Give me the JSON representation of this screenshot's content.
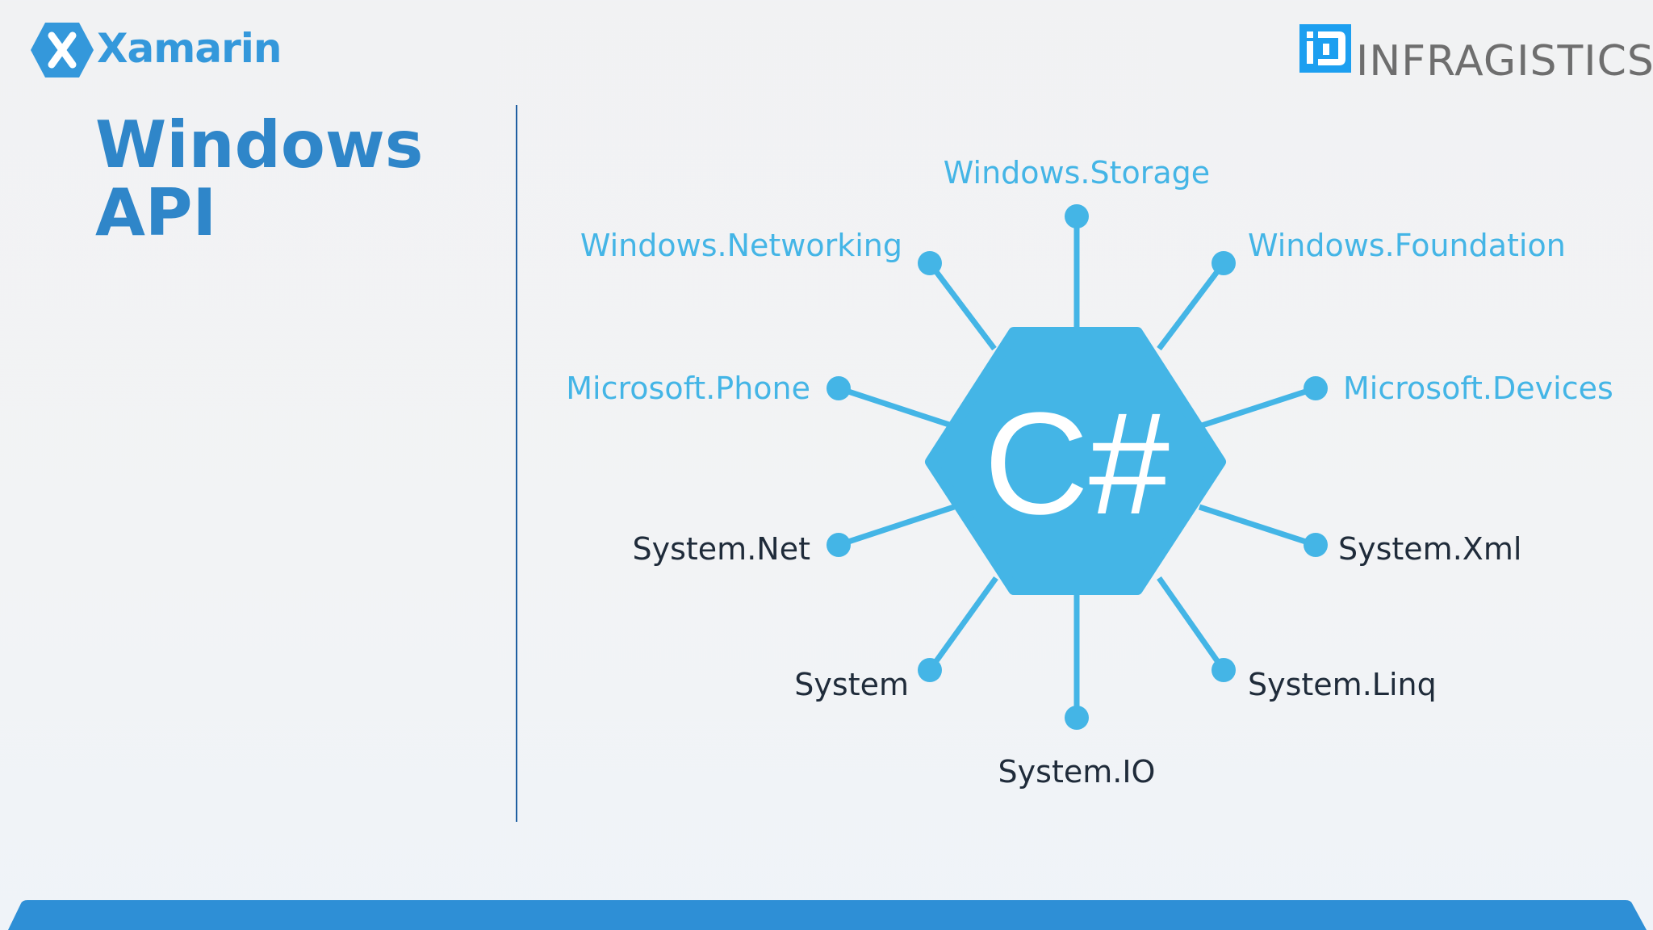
{
  "header": {
    "brand_left": "Xamarin",
    "brand_right": "INFRAGISTICS",
    "brand_right_mark": "®"
  },
  "title": {
    "line1": "Windows",
    "line2": "API"
  },
  "diagram": {
    "center_label": "C#",
    "nodes": [
      {
        "label": "Windows.Storage",
        "group": "windows"
      },
      {
        "label": "Windows.Foundation",
        "group": "windows"
      },
      {
        "label": "Microsoft.Devices",
        "group": "windows"
      },
      {
        "label": "System.Xml",
        "group": "system"
      },
      {
        "label": "System.Linq",
        "group": "system"
      },
      {
        "label": "System.IO",
        "group": "system"
      },
      {
        "label": "System",
        "group": "system"
      },
      {
        "label": "System.Net",
        "group": "system"
      },
      {
        "label": "Microsoft.Phone",
        "group": "windows"
      },
      {
        "label": "Windows.Networking",
        "group": "windows"
      }
    ]
  },
  "colors": {
    "accent": "#44b5e6",
    "title": "#2f86c9",
    "text_dark": "#1f2b3a",
    "divider": "#1f5fa1",
    "bar": "#2e8fd6",
    "infragistics_gray": "#6e6e6e"
  },
  "icons": {
    "left_logo": "xamarin-hexagon-logo-icon",
    "right_logo": "infragistics-logo-icon"
  }
}
